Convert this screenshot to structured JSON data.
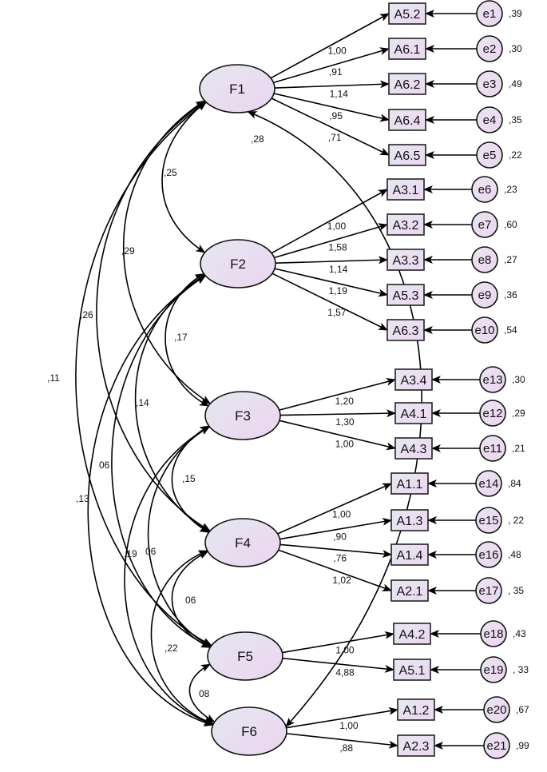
{
  "diagram": {
    "type": "structural-equation-model",
    "colors": {
      "fill_start": "#e4e6f0",
      "fill_end": "#ecd6f2",
      "stroke": "#111111"
    },
    "factors": [
      {
        "id": "F1",
        "label": "F1"
      },
      {
        "id": "F2",
        "label": "F2"
      },
      {
        "id": "F3",
        "label": "F3"
      },
      {
        "id": "F4",
        "label": "F4"
      },
      {
        "id": "F5",
        "label": "F5"
      },
      {
        "id": "F6",
        "label": "F6"
      }
    ],
    "items": [
      {
        "label": "A5.2",
        "factor": "F1",
        "loading": "1,00",
        "error": "e1",
        "variance": ",39"
      },
      {
        "label": "A6.1",
        "factor": "F1",
        "loading": ",91",
        "error": "e2",
        "variance": ",30"
      },
      {
        "label": "A6.2",
        "factor": "F1",
        "loading": "1,14",
        "error": "e3",
        "variance": ",49"
      },
      {
        "label": "A6.4",
        "factor": "F1",
        "loading": ",95",
        "error": "e4",
        "variance": ",35"
      },
      {
        "label": "A6.5",
        "factor": "F1",
        "loading": ",71",
        "error": "e5",
        "variance": ",22"
      },
      {
        "label": "A3.1",
        "factor": "F2",
        "loading": "1,00",
        "error": "e6",
        "variance": ",23"
      },
      {
        "label": "A3.2",
        "factor": "F2",
        "loading": "1,58",
        "error": "e7",
        "variance": ",60"
      },
      {
        "label": "A3.3",
        "factor": "F2",
        "loading": "1,14",
        "error": "e8",
        "variance": ",27"
      },
      {
        "label": "A5.3",
        "factor": "F2",
        "loading": "1,19",
        "error": "e9",
        "variance": ",36"
      },
      {
        "label": "A6.3",
        "factor": "F2",
        "loading": "1,57",
        "error": "e10",
        "variance": ",54"
      },
      {
        "label": "A3.4",
        "factor": "F3",
        "loading": "1,20",
        "error": "e13",
        "variance": ",30"
      },
      {
        "label": "A4.1",
        "factor": "F3",
        "loading": "1,30",
        "error": "e12",
        "variance": ",29"
      },
      {
        "label": "A4.3",
        "factor": "F3",
        "loading": "1,00",
        "error": "e11",
        "variance": ",21"
      },
      {
        "label": "A1.1",
        "factor": "F4",
        "loading": "1,00",
        "error": "e14",
        "variance": ",84"
      },
      {
        "label": "A1.3",
        "factor": "F4",
        "loading": ",90",
        "error": "e15",
        "variance": ", 22"
      },
      {
        "label": "A1.4",
        "factor": "F4",
        "loading": ",76",
        "error": "e16",
        "variance": ",48"
      },
      {
        "label": "A2.1",
        "factor": "F4",
        "loading": "1,02",
        "error": "e17",
        "variance": ", 35"
      },
      {
        "label": "A4.2",
        "factor": "F5",
        "loading": "1,00",
        "error": "e18",
        "variance": ",43"
      },
      {
        "label": "A5.1",
        "factor": "F5",
        "loading": "4,88",
        "error": "e19",
        "variance": ", 33"
      },
      {
        "label": "A1.2",
        "factor": "F6",
        "loading": "1,00",
        "error": "e20",
        "variance": ",67"
      },
      {
        "label": "A2.3",
        "factor": "F6",
        "loading": ",88",
        "error": "e21",
        "variance": ",99"
      }
    ],
    "covariances": [
      {
        "from": "F1",
        "to": "F2",
        "value": ",25"
      },
      {
        "from": "F1",
        "to": "F3",
        "value": ",29"
      },
      {
        "from": "F1",
        "to": "F4",
        "value": ",26"
      },
      {
        "from": "F1",
        "to": "F5",
        "value": ",11"
      },
      {
        "from": "F1",
        "to": "F6",
        "value": ",28"
      },
      {
        "from": "F2",
        "to": "F3",
        "value": ",17"
      },
      {
        "from": "F2",
        "to": "F4",
        "value": ",14"
      },
      {
        "from": "F2",
        "to": "F5",
        "value": "06"
      },
      {
        "from": "F2",
        "to": "F6",
        "value": ",13"
      },
      {
        "from": "F3",
        "to": "F4",
        "value": ",15"
      },
      {
        "from": "F3",
        "to": "F5",
        "value": "06"
      },
      {
        "from": "F3",
        "to": "F6",
        "value": ",19"
      },
      {
        "from": "F4",
        "to": "F5",
        "value": "06"
      },
      {
        "from": "F4",
        "to": "F6",
        "value": ",22"
      },
      {
        "from": "F5",
        "to": "F6",
        "value": "08"
      }
    ]
  }
}
